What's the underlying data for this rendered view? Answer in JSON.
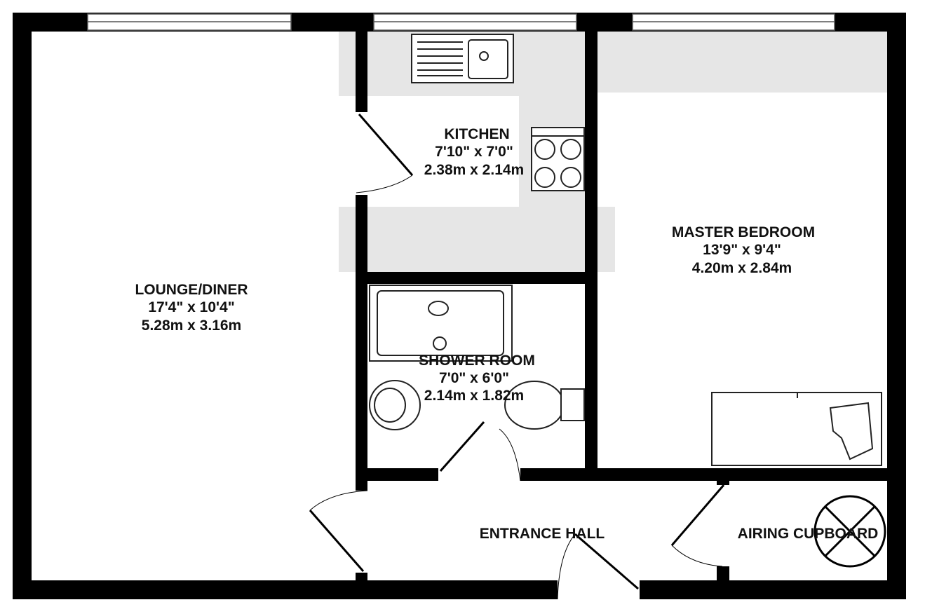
{
  "colors": {
    "wall": "#000000",
    "counter": "#e6e6e6",
    "background": "#ffffff"
  },
  "rooms": {
    "lounge": {
      "name": "LOUNGE/DINER",
      "imperial": "17'4\"  x 10'4\"",
      "metric": "5.28m  x 3.16m"
    },
    "kitchen": {
      "name": "KITCHEN",
      "imperial": "7'10\"  x 7'0\"",
      "metric": "2.38m  x 2.14m"
    },
    "bedroom": {
      "name": "MASTER BEDROOM",
      "imperial": "13'9\"  x 9'4\"",
      "metric": "4.20m  x 2.84m"
    },
    "shower": {
      "name": "SHOWER ROOM",
      "imperial": "7'0\"  x 6'0\"",
      "metric": "2.14m  x 1.82m"
    },
    "hall": {
      "name": "ENTRANCE HALL"
    },
    "airing": {
      "name": "AIRING CUPBOARD"
    }
  }
}
